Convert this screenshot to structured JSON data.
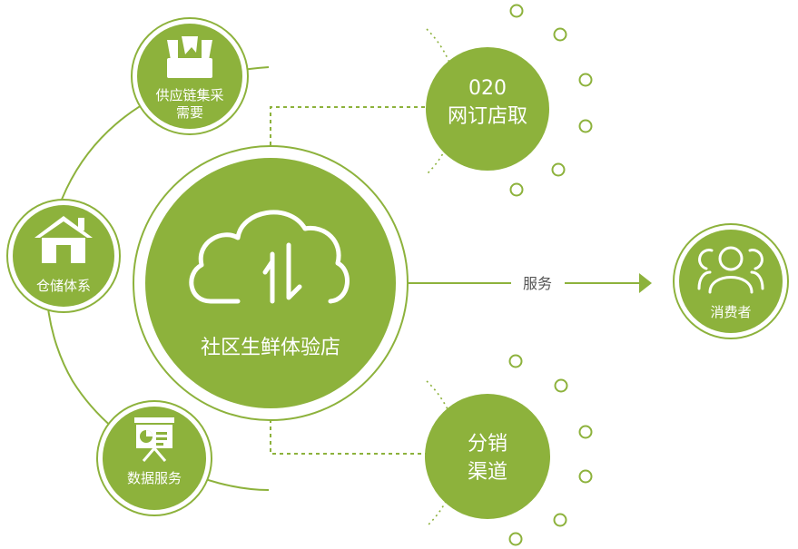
{
  "colors": {
    "accent": "#8db23c",
    "line": "#8db23c",
    "ring": "#8db23c",
    "text_light": "#ffffff",
    "text_dark": "#555555"
  },
  "center": {
    "label": "社区生鲜体验店",
    "icon": "cloud-sync-icon"
  },
  "satellites": {
    "supply": {
      "line1": "供应链集采",
      "line2": "需要",
      "icon": "open-box-icon"
    },
    "warehouse": {
      "label": "仓储体系",
      "icon": "house-icon"
    },
    "data": {
      "label": "数据服务",
      "icon": "presentation-board-icon"
    }
  },
  "o2o": {
    "line1": "020",
    "line2": "网订店取"
  },
  "distribution": {
    "line1": "分销",
    "line2": "渠道"
  },
  "arrow_label": "服务",
  "consumer": {
    "label": "消费者",
    "icon": "people-group-icon"
  }
}
